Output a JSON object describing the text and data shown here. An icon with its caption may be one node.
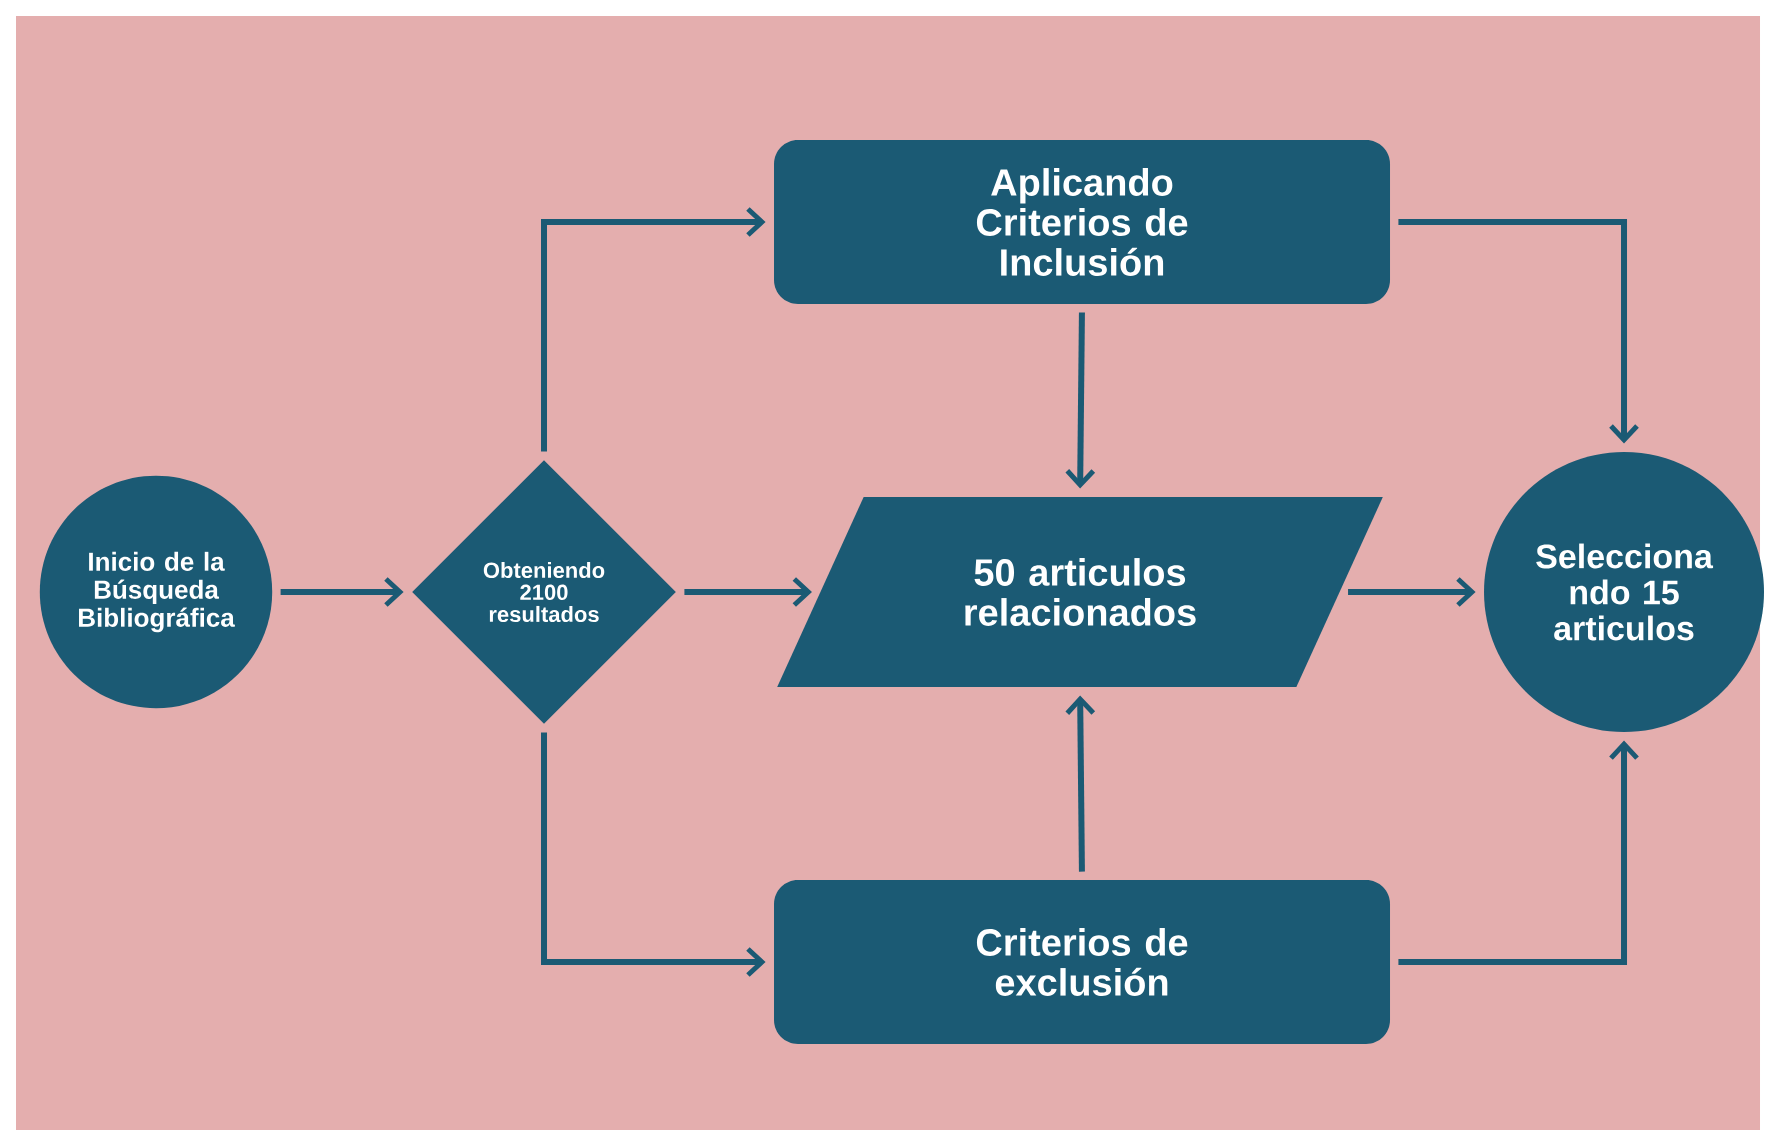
{
  "diagram": {
    "nodes": [
      {
        "text": [
          "Inicio de la Búsqueda Bibliográfica"
        ]
      },
      {
        "text": [
          "Obteniendo 2100 resultados"
        ]
      },
      {
        "text": [
          "Aplicando Criterios de Inclusión"
        ]
      },
      {
        "text": [
          "50 articulos relacionados"
        ]
      },
      {
        "text": [
          "Criterios de exclusión"
        ]
      },
      {
        "text": [
          "Selecciona ndo 15 articulos"
        ]
      }
    ],
    "edges": [
      {
        "from": 0,
        "to": 1,
        "arrow": "to"
      },
      {
        "from": 1,
        "to": 2,
        "arrow": "to"
      },
      {
        "from": 1,
        "to": 3,
        "arrow": "to"
      },
      {
        "from": 1,
        "to": 4,
        "arrow": "to"
      },
      {
        "from": 2,
        "to": 3,
        "arrow": "to"
      },
      {
        "from": 2,
        "to": 5,
        "arrow": "to"
      },
      {
        "from": 3,
        "to": 5,
        "arrow": "to"
      },
      {
        "from": 4,
        "to": 3,
        "arrow": "to"
      },
      {
        "from": 4,
        "to": 5,
        "arrow": "to"
      }
    ]
  }
}
